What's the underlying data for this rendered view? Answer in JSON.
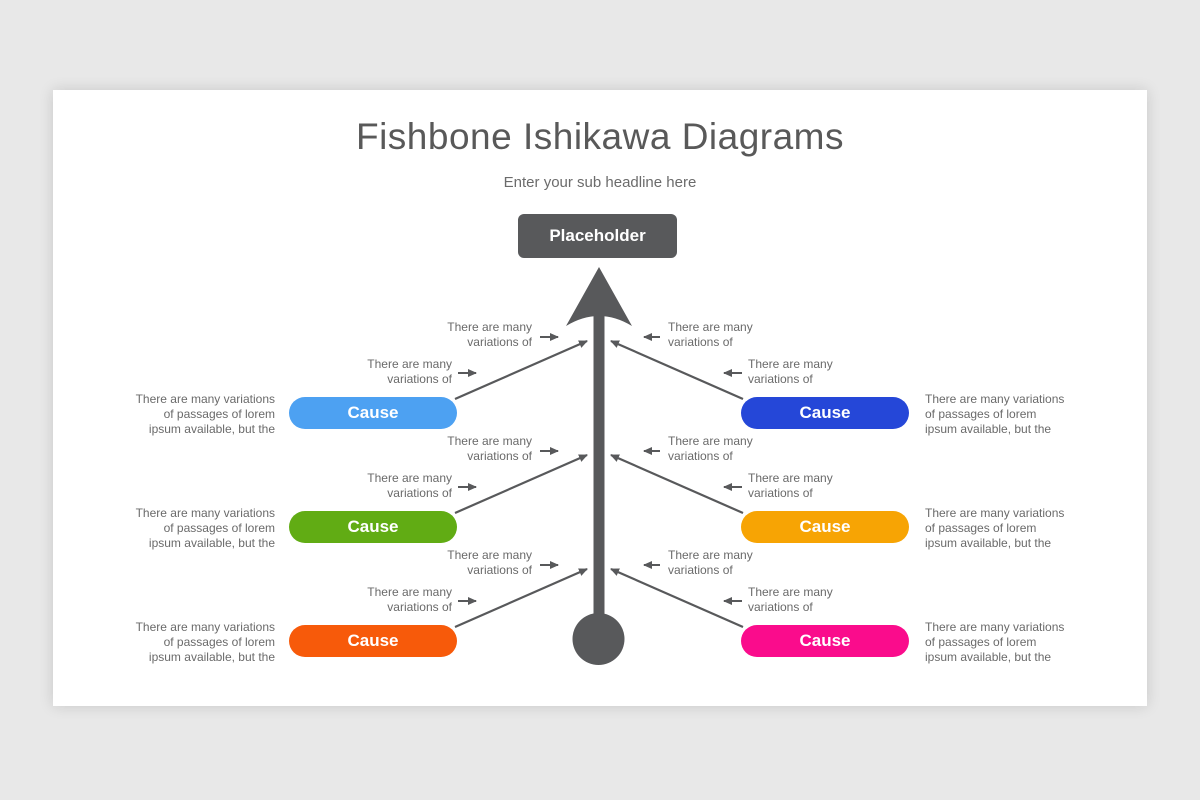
{
  "page": {
    "background": "#e8e8e8"
  },
  "slide": {
    "title": "Fishbone Ishikawa Diagrams",
    "subtitle": "Enter your sub headline here"
  },
  "diagram": {
    "head": {
      "label": "Placeholder",
      "color": "#58595B"
    },
    "spine_color": "#58595B",
    "sub_label": {
      "line1": "There are many",
      "line2": "variations of"
    },
    "side_note": {
      "line1": "There are many variations",
      "line2": "of passages of lorem",
      "line3": "ipsum available, but the"
    },
    "causes": [
      {
        "label": "Cause",
        "color": "#4DA1F2",
        "position": "left-top"
      },
      {
        "label": "Cause",
        "color": "#2547D8",
        "position": "right-top"
      },
      {
        "label": "Cause",
        "color": "#61AC14",
        "position": "left-middle"
      },
      {
        "label": "Cause",
        "color": "#F7A404",
        "position": "right-middle"
      },
      {
        "label": "Cause",
        "color": "#F75A0A",
        "position": "left-bottom"
      },
      {
        "label": "Cause",
        "color": "#FA0C8C",
        "position": "right-bottom"
      }
    ]
  }
}
